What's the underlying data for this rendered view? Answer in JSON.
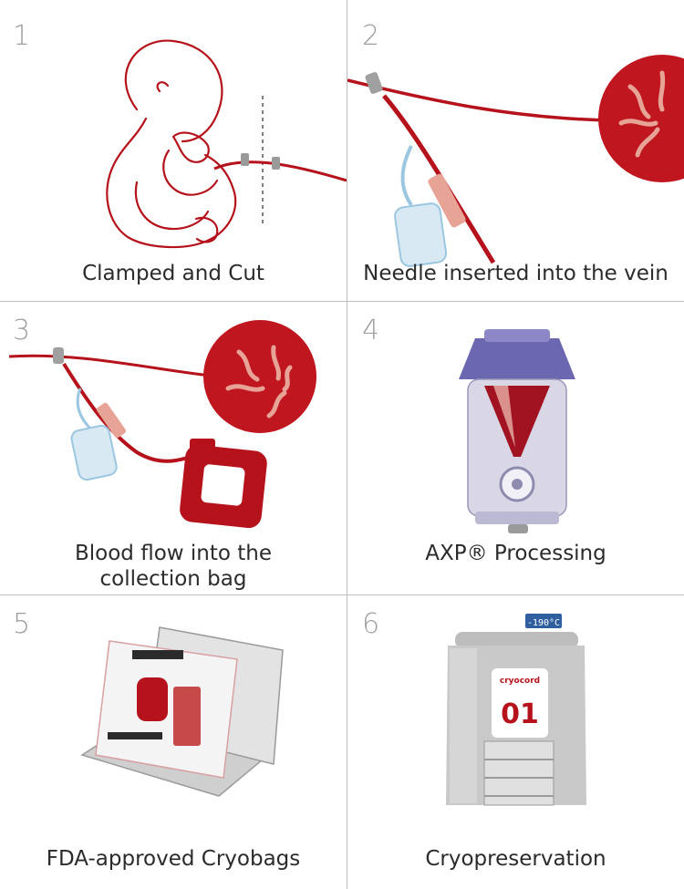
{
  "steps": [
    {
      "number": "1",
      "caption": "Clamped and Cut"
    },
    {
      "number": "2",
      "caption": "Needle inserted into the vein"
    },
    {
      "number": "3",
      "caption_line1": "Blood flow into the",
      "caption_line2": "collection bag"
    },
    {
      "number": "4",
      "caption": "AXP® Processing"
    },
    {
      "number": "5",
      "caption": "FDA-approved Cryobags"
    },
    {
      "number": "6",
      "caption": "Cryopreservation"
    }
  ],
  "tank": {
    "display": "-190°C",
    "brand": "cryocord",
    "label": "01"
  },
  "colors": {
    "blood": "#b5121b",
    "placenta": "#c0161f",
    "grid": "#bdbdbd",
    "steel": "#c9c9c9",
    "purple": "#6b67b0"
  }
}
